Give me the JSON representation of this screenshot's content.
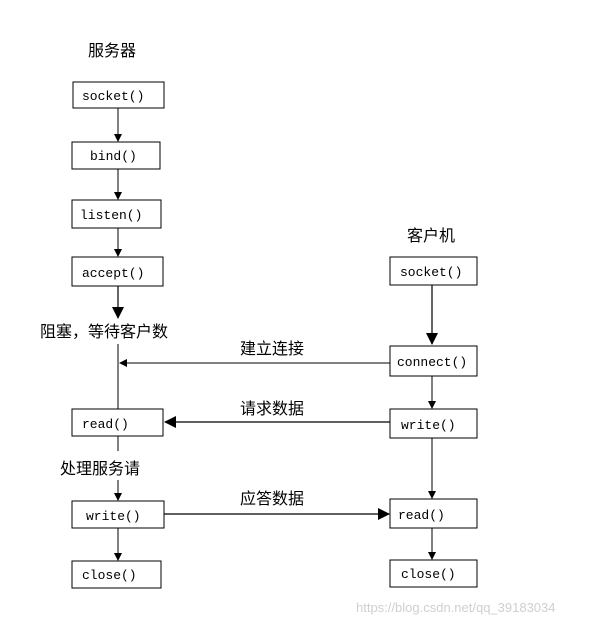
{
  "server": {
    "title": "服务器",
    "steps": [
      "socket()",
      "bind()",
      "listen()",
      "accept()",
      "read()",
      "write()",
      "close()"
    ],
    "block_text": "阻塞，等待客户数",
    "process_text": "处理服务请"
  },
  "client": {
    "title": "客户机",
    "steps": [
      "socket()",
      "connect()",
      "write()",
      "read()",
      "close()"
    ]
  },
  "messages": {
    "connect": "建立连接",
    "request": "请求数据",
    "response": "应答数据"
  },
  "watermark": "https://blog.csdn.net/qq_39183034"
}
